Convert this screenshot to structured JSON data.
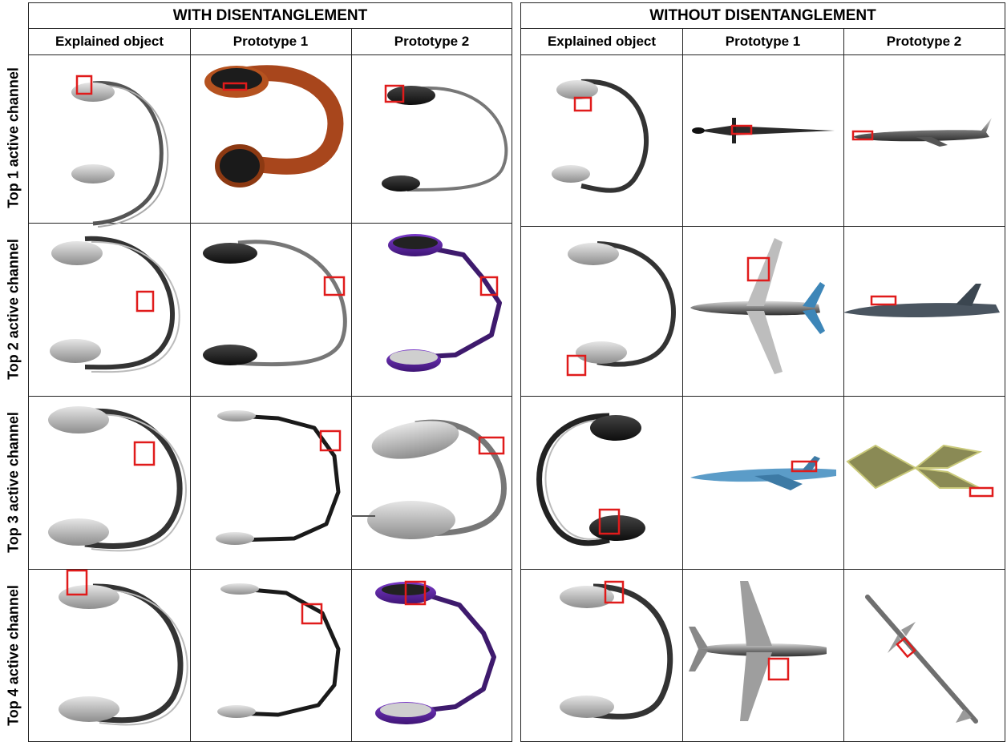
{
  "panels": [
    {
      "title": "WITH DISENTANGLEMENT",
      "columns": [
        "Explained object",
        "Prototype 1",
        "Prototype 2"
      ]
    },
    {
      "title": "WITHOUT DISENTANGLEMENT",
      "columns": [
        "Explained object",
        "Prototype 1",
        "Prototype 2"
      ]
    }
  ],
  "row_labels": [
    "Top 1 active channel",
    "Top 2 active channel",
    "Top 3 active channel",
    "Top 4 active channel"
  ],
  "colors": {
    "highlight": "#e01b1b",
    "border": "#222222"
  }
}
